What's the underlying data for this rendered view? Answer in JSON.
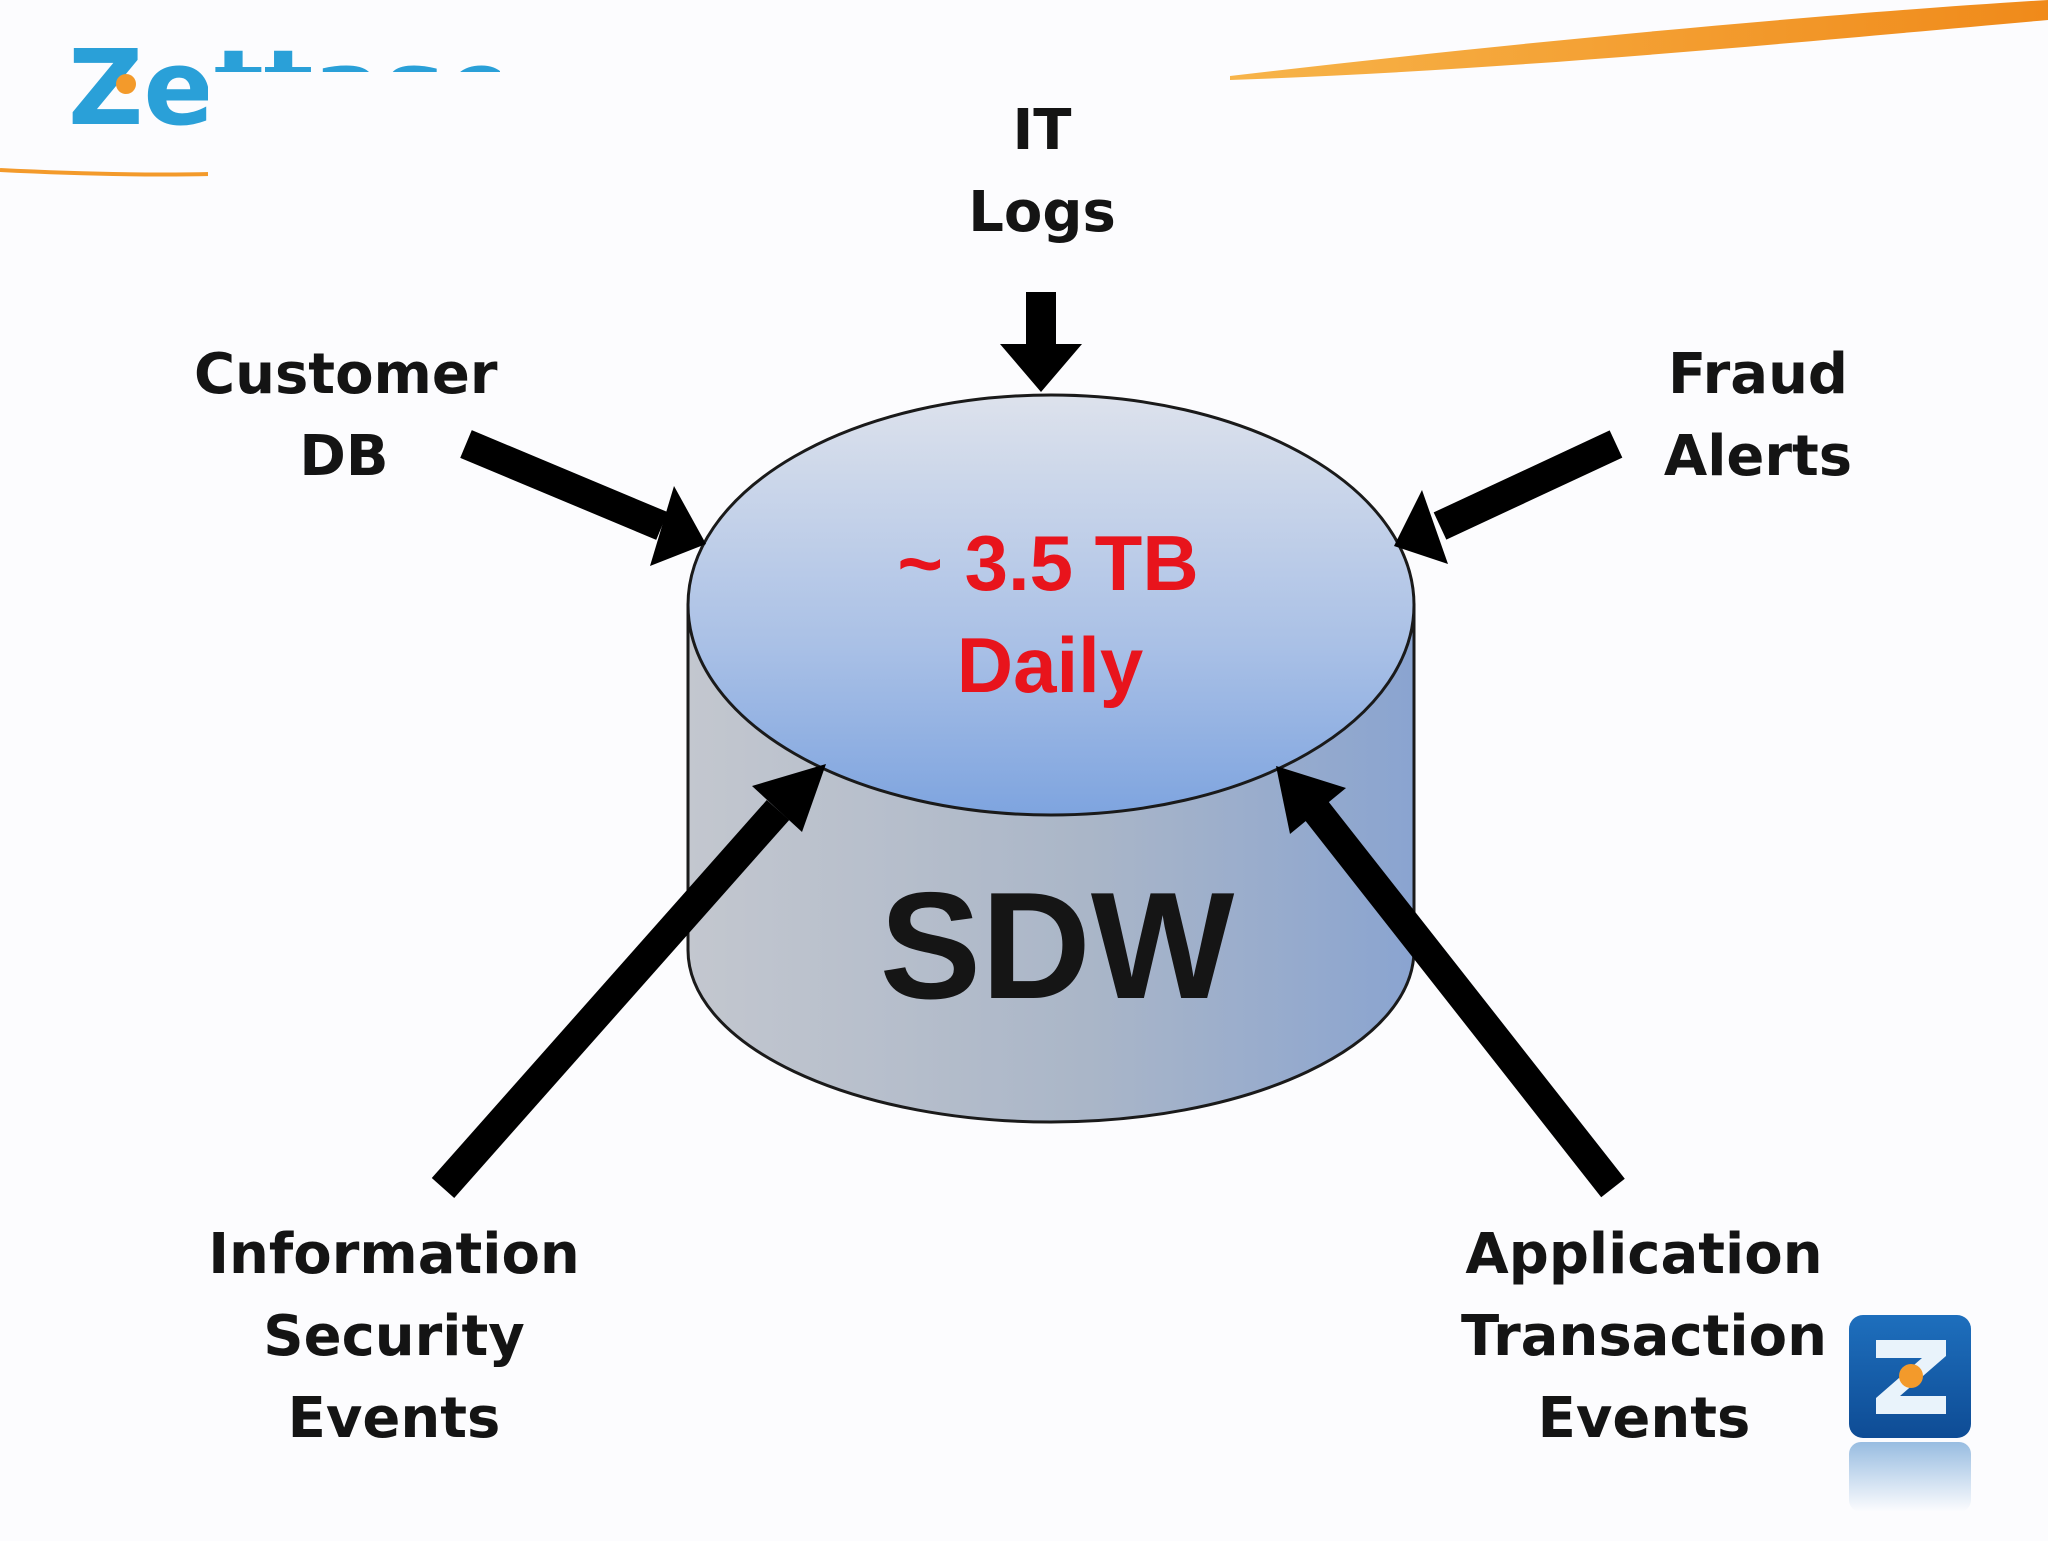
{
  "header": {
    "logo_text": "Zettaset"
  },
  "cylinder": {
    "name": "SDW",
    "volume": "~ 3.5 TB",
    "frequency": "Daily"
  },
  "sources": {
    "it_logs": [
      "IT",
      "Logs"
    ],
    "customer_db": [
      "Customer",
      "DB"
    ],
    "fraud_alerts": [
      "Fraud",
      "Alerts"
    ],
    "infosec_events": [
      "Information",
      "Security",
      "Events"
    ],
    "app_txn_events": [
      "Application",
      "Transaction",
      "Events"
    ]
  },
  "colors": {
    "accent_orange": "#f39a2b",
    "brand_blue": "#2aa0d8",
    "volume_red": "#e8141c",
    "arrow": "#000000"
  },
  "icons": {
    "corner_logo": "zettaset-z-icon"
  }
}
